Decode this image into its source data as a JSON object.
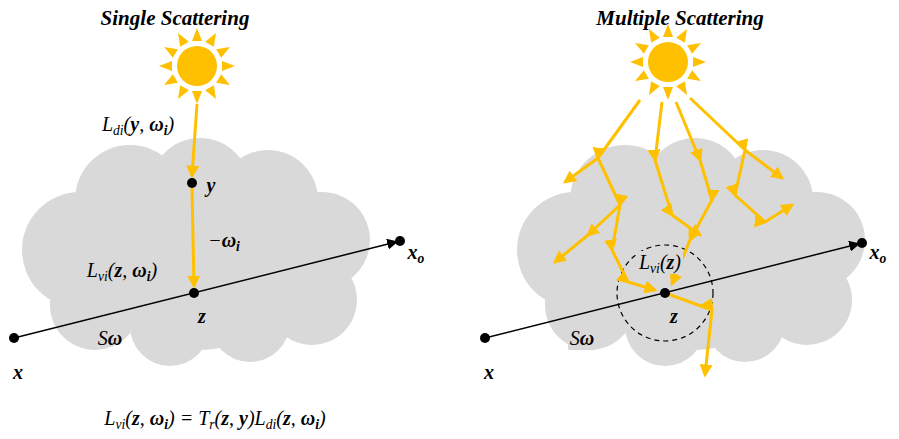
{
  "diagram": {
    "labels": [
      "Single Scattering",
      "Multiple Scattering",
      "Ldi(y, ωi)",
      "y",
      "−ωi",
      "Lvi(z, ωi)",
      "z",
      "Sω",
      "x",
      "xo",
      "Lvi(z, ωi) = Tr(z, y)Ldi(z, ωi)",
      "Lvi(z)",
      "z",
      "Sω",
      "x",
      "xo"
    ]
  }
}
